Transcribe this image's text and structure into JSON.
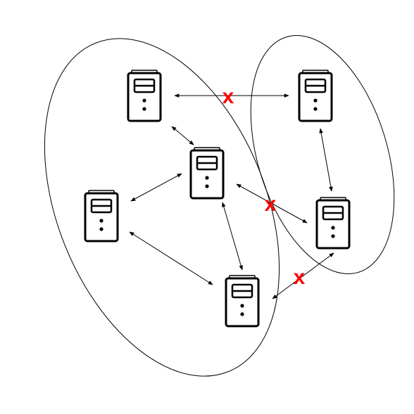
{
  "diagram": {
    "partitions": [
      {
        "id": "partition-a",
        "servers": [
          "server-1",
          "server-3",
          "server-4",
          "server-5"
        ]
      },
      {
        "id": "partition-b",
        "servers": [
          "server-2",
          "server-6"
        ]
      }
    ],
    "servers": [
      {
        "id": "server-1",
        "icon": "server-tower-icon"
      },
      {
        "id": "server-2",
        "icon": "server-tower-icon"
      },
      {
        "id": "server-3",
        "icon": "server-tower-icon"
      },
      {
        "id": "server-4",
        "icon": "server-tower-icon"
      },
      {
        "id": "server-5",
        "icon": "server-tower-icon"
      },
      {
        "id": "server-6",
        "icon": "server-tower-icon"
      }
    ],
    "links": [
      {
        "from": "server-1",
        "to": "server-2",
        "broken": true
      },
      {
        "from": "server-1",
        "to": "server-3",
        "broken": false
      },
      {
        "from": "server-3",
        "to": "server-4",
        "broken": false
      },
      {
        "from": "server-3",
        "to": "server-5",
        "broken": false
      },
      {
        "from": "server-3",
        "to": "server-6",
        "broken": true
      },
      {
        "from": "server-4",
        "to": "server-5",
        "broken": false
      },
      {
        "from": "server-5",
        "to": "server-6",
        "broken": true
      },
      {
        "from": "server-2",
        "to": "server-6",
        "broken": false
      }
    ],
    "broken_mark": "x",
    "colors": {
      "line": "#000000",
      "broken_mark": "#ff0000",
      "server_fill": "#ffffff"
    }
  }
}
